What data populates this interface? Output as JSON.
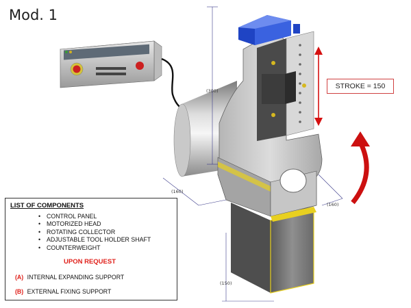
{
  "title": "Mod. 1",
  "stroke_label": "STROKE = 150",
  "dimensions": {
    "height": "(300)",
    "width_left": "(160)",
    "width_right": "(160)",
    "base_height": "(150)"
  },
  "legend": {
    "title": "LIST OF COMPONENTS",
    "items": [
      "CONTROL PANEL",
      "MOTORIZED HEAD",
      "ROTATING COLLECTOR",
      "ADJUSTABLE TOOL HOLDER SHAFT",
      "COUNTERWEIGHT"
    ],
    "on_request_label": "UPON REQUEST",
    "options": [
      {
        "tag": "(A)",
        "label": "INTERNAL EXPANDING SUPPORT"
      },
      {
        "tag": "(B)",
        "label": "EXTERNAL FIXING SUPPORT"
      }
    ]
  },
  "colors": {
    "accent_red": "#e0201a",
    "motor_blue": "#1f44c4",
    "highlight_yellow": "#e8d020"
  }
}
